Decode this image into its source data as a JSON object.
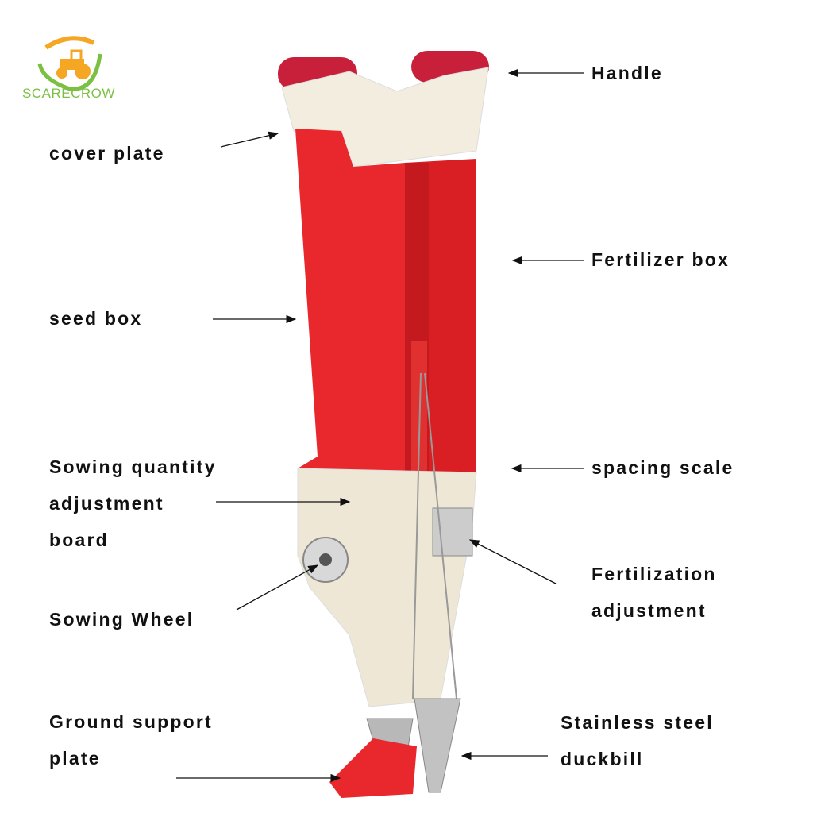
{
  "logo": {
    "brand": "SCARECROW"
  },
  "labels": {
    "handle": "Handle",
    "cover_plate": "cover plate",
    "fertilizer_box": "Fertilizer box",
    "seed_box": "seed box",
    "sowing_quantity": [
      "Sowing quantity",
      "adjustment",
      "board"
    ],
    "spacing_scale": "spacing scale",
    "fertilization_adjustment": [
      "Fertilization",
      "adjustment"
    ],
    "sowing_wheel": "Sowing Wheel",
    "ground_support_plate": [
      "Ground support",
      "plate"
    ],
    "duckbill": [
      "Stainless steel",
      "duckbill"
    ]
  },
  "colors": {
    "body_red": "#e8282c",
    "cream": "#f3ede0",
    "handle_red": "#c8203a",
    "steel": "#b8b8b8",
    "logo_green": "#7cc043",
    "logo_orange": "#f5a623"
  }
}
